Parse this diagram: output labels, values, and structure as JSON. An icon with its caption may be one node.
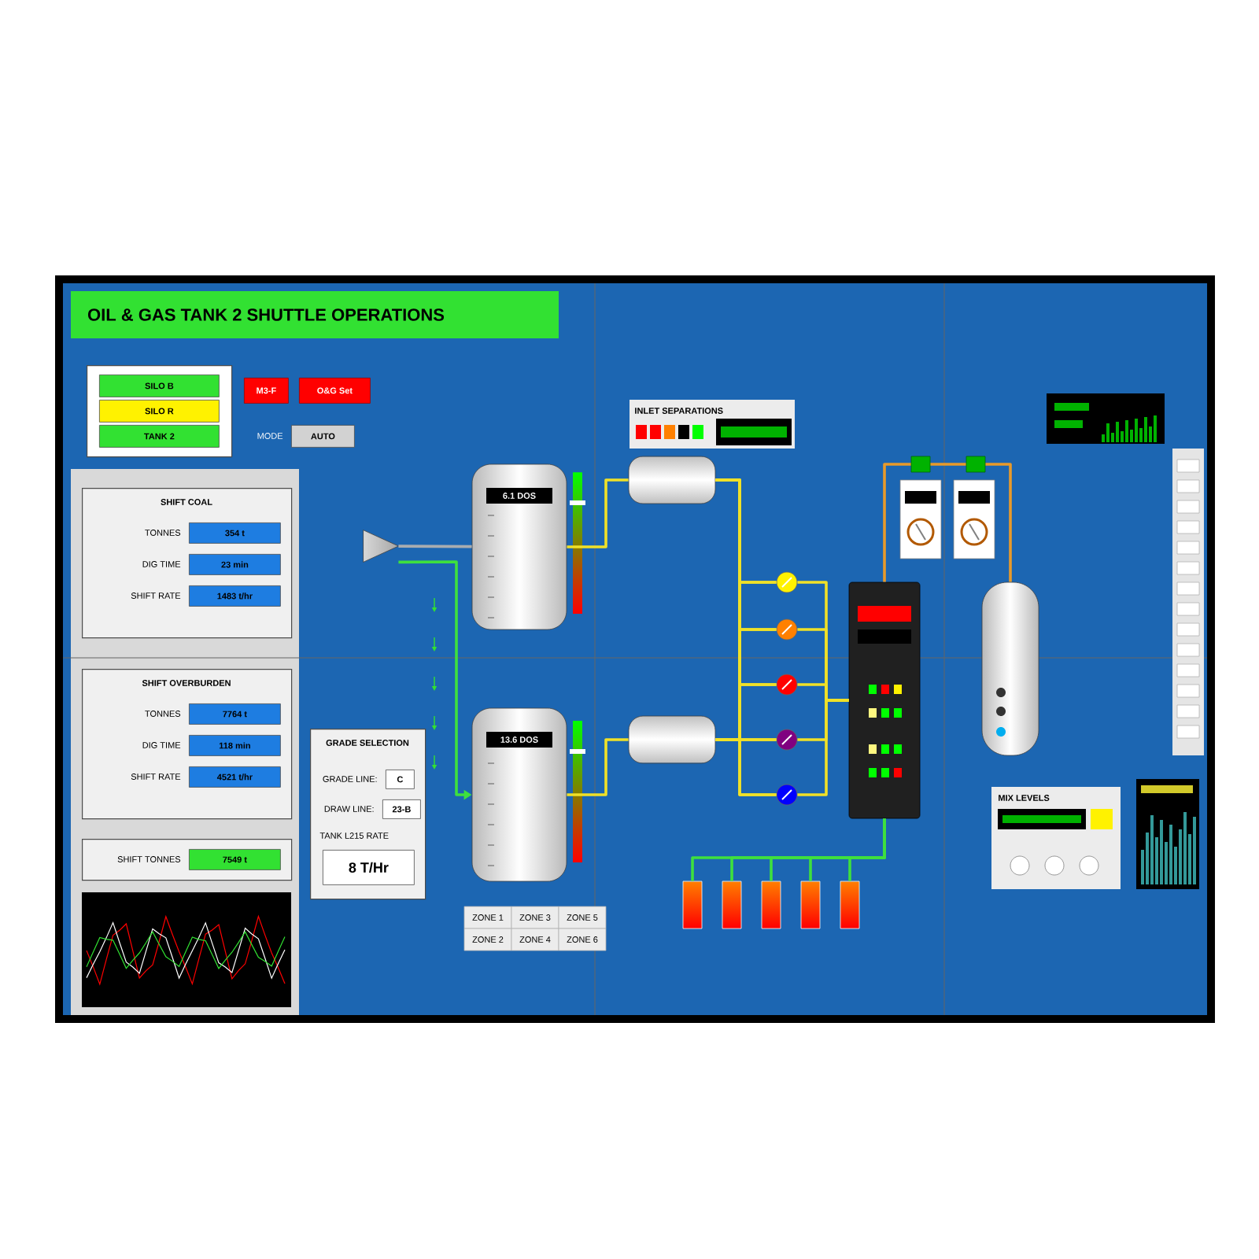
{
  "diagram": {
    "title": "OIL & GAS TANK 2 SHUTTLE OPERATIONS",
    "nodes": [
      {
        "text": [],
        "shape": "box"
      },
      {
        "text": [
          "SILO B"
        ],
        "in": 0
      },
      {
        "text": [
          "SILO R"
        ],
        "in": 0
      },
      {
        "text": [
          "TANK 2"
        ],
        "in": 0
      },
      {
        "text": [
          "M3-F"
        ]
      },
      {
        "text": [
          "O&G Set"
        ]
      },
      {
        "text": [
          "AUTO"
        ],
        "beside": [
          "MODE"
        ]
      },
      {
        "text": [
          "SHIFT COAL"
        ]
      },
      {
        "text": [
          "354 t"
        ],
        "in": 7,
        "beside": [
          "TONNES"
        ]
      },
      {
        "text": [
          "23 min"
        ],
        "in": 7,
        "beside": [
          "DIG TIME"
        ]
      },
      {
        "text": [
          "1483 t/hr"
        ],
        "in": 7,
        "beside": [
          "SHIFT RATE"
        ]
      },
      {
        "text": [
          "SHIFT OVERBURDEN"
        ]
      },
      {
        "text": [
          "7764 t"
        ],
        "in": 11,
        "beside": [
          "TONNES"
        ]
      },
      {
        "text": [
          "118 min"
        ],
        "in": 11,
        "beside": [
          "DIG TIME"
        ]
      },
      {
        "text": [
          "4521 t/hr"
        ],
        "in": 11,
        "beside": [
          "SHIFT RATE"
        ]
      },
      {
        "text": [],
        "shape": "box"
      },
      {
        "text": [
          "7549 t"
        ],
        "in": 15,
        "beside": [
          "SHIFT TONNES"
        ]
      },
      {
        "text": [
          "GRADE SELECTION"
        ]
      },
      {
        "text": [
          "C"
        ],
        "in": 17,
        "beside": [
          "GRADE LINE:"
        ]
      },
      {
        "text": [
          "23-B"
        ],
        "in": 17,
        "beside": [
          "DRAW LINE:"
        ]
      },
      {
        "text": [
          "8 T/Hr"
        ],
        "in": 17,
        "beside": [
          "TANK L215 RATE"
        ]
      },
      {
        "text": [],
        "shape": "funnel"
      },
      {
        "text": [
          "6.1 DOS"
        ]
      },
      {
        "text": [
          "13.6 DOS"
        ]
      },
      {
        "text": [],
        "shape": "cylinder"
      },
      {
        "text": [],
        "shape": "cylinder"
      },
      {
        "text": [],
        "shape": "circle"
      },
      {
        "text": [],
        "shape": "circle"
      },
      {
        "text": [],
        "shape": "circle"
      },
      {
        "text": [],
        "shape": "circle"
      },
      {
        "text": [],
        "shape": "circle"
      },
      {
        "text": [],
        "shape": "box"
      },
      {
        "text": [],
        "shape": "cylinder"
      },
      {
        "text": [],
        "shape": "bar"
      },
      {
        "text": [],
        "shape": "bar"
      },
      {
        "text": [],
        "shape": "bar"
      },
      {
        "text": [],
        "shape": "bar"
      },
      {
        "text": [],
        "shape": "bar"
      }
    ],
    "edges": [
      {
        "from": 21,
        "to": 22,
        "arrow": "none",
        "color": "#a8acb0"
      },
      {
        "from": 21,
        "to": 23,
        "arrow": "to",
        "color": "#3ee03e"
      },
      {
        "from": 22,
        "to": 24,
        "arrow": "none"
      },
      {
        "from": 23,
        "to": 25,
        "arrow": "none"
      },
      {
        "from": 24,
        "to": 26,
        "arrow": "none"
      },
      {
        "from": 24,
        "to": 27,
        "arrow": "none"
      },
      {
        "from": 24,
        "to": 28,
        "arrow": "none"
      },
      {
        "from": 24,
        "to": 29,
        "arrow": "none"
      },
      {
        "from": 24,
        "to": 30,
        "arrow": "none"
      },
      {
        "from": 25,
        "to": 26,
        "arrow": "none"
      },
      {
        "from": 25,
        "to": 27,
        "arrow": "none"
      },
      {
        "from": 25,
        "to": 28,
        "arrow": "none"
      },
      {
        "from": 25,
        "to": 29,
        "arrow": "none"
      },
      {
        "from": 25,
        "to": 30,
        "arrow": "none"
      },
      {
        "from": 26,
        "to": 31,
        "arrow": "none"
      },
      {
        "from": 27,
        "to": 31,
        "arrow": "none"
      },
      {
        "from": 28,
        "to": 31,
        "arrow": "none"
      },
      {
        "from": 29,
        "to": 31,
        "arrow": "none"
      },
      {
        "from": 30,
        "to": 31,
        "arrow": "none"
      },
      {
        "from": 31,
        "to": 32,
        "arrow": "none",
        "color": "#e89a2a"
      },
      {
        "from": 31,
        "to": 33,
        "arrow": "none",
        "color": "#3ee03e"
      },
      {
        "from": 31,
        "to": 34,
        "arrow": "none",
        "color": "#3ee03e"
      },
      {
        "from": 31,
        "to": 35,
        "arrow": "none",
        "color": "#3ee03e"
      },
      {
        "from": 31,
        "to": 36,
        "arrow": "none",
        "color": "#3ee03e"
      },
      {
        "from": 31,
        "to": 37,
        "arrow": "none",
        "color": "#3ee03e"
      }
    ],
    "labels": [
      "INLET SEPARATIONS",
      "ZONE 1",
      "ZONE 3",
      "ZONE 5",
      "ZONE 2",
      "ZONE 4",
      "ZONE 6",
      "MIX LEVELS"
    ]
  }
}
